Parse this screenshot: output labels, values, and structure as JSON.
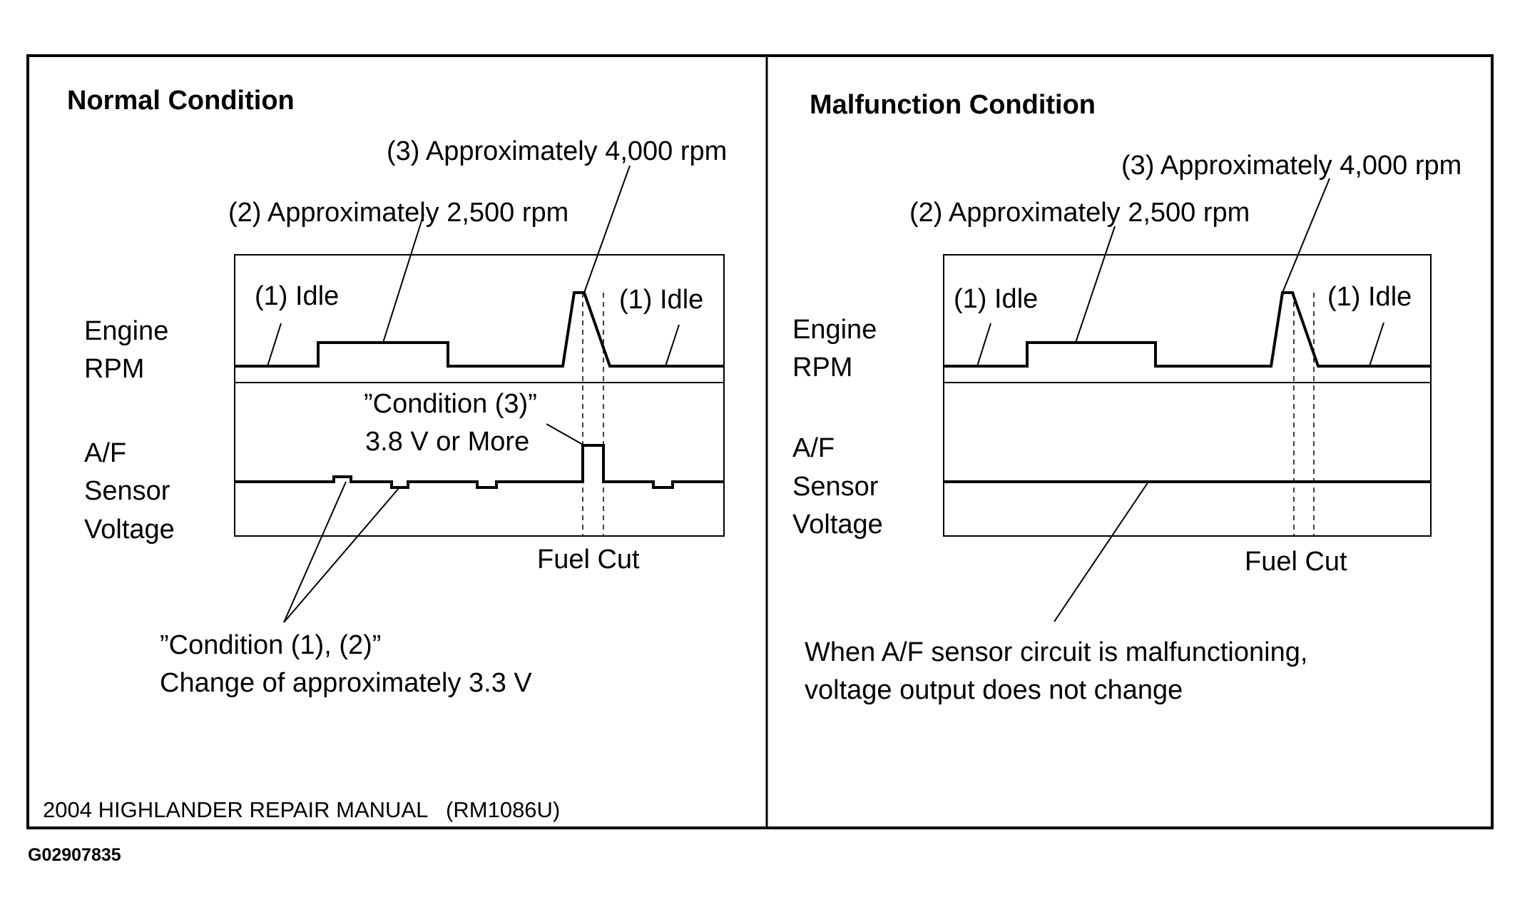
{
  "panels": {
    "normal": {
      "title": "Normal Condition",
      "label_cond3_rpm": "(3) Approximately 4,000 rpm",
      "label_cond2_rpm": "(2) Approximately 2,500 rpm",
      "label_idle_left": "(1) Idle",
      "label_idle_right": "(1) Idle",
      "label_engine": "Engine",
      "label_rpm": "RPM",
      "label_af": "A/F",
      "label_sensor": "Sensor",
      "label_voltage": "Voltage",
      "label_cond3_quote": "”Condition (3)”",
      "label_cond3_value": "3.8 V or More",
      "label_fuel_cut": "Fuel Cut",
      "label_cond12_quote": "”Condition (1), (2)”",
      "label_cond12_value": "Change of approximately 3.3 V",
      "footer": "2004 HIGHLANDER REPAIR MANUAL   (RM1086U)"
    },
    "malfunction": {
      "title": "Malfunction Condition",
      "label_cond3_rpm": "(3) Approximately 4,000 rpm",
      "label_cond2_rpm": "(2) Approximately 2,500 rpm",
      "label_idle_left": "(1) Idle",
      "label_idle_right": "(1) Idle",
      "label_engine": "Engine",
      "label_rpm": "RPM",
      "label_af": "A/F",
      "label_sensor": "Sensor",
      "label_voltage": "Voltage",
      "label_fuel_cut": "Fuel Cut",
      "label_note_line1": "When A/F sensor circuit is malfunctioning,",
      "label_note_line2": "voltage output does not change"
    }
  },
  "figure_code": "G02907835"
}
